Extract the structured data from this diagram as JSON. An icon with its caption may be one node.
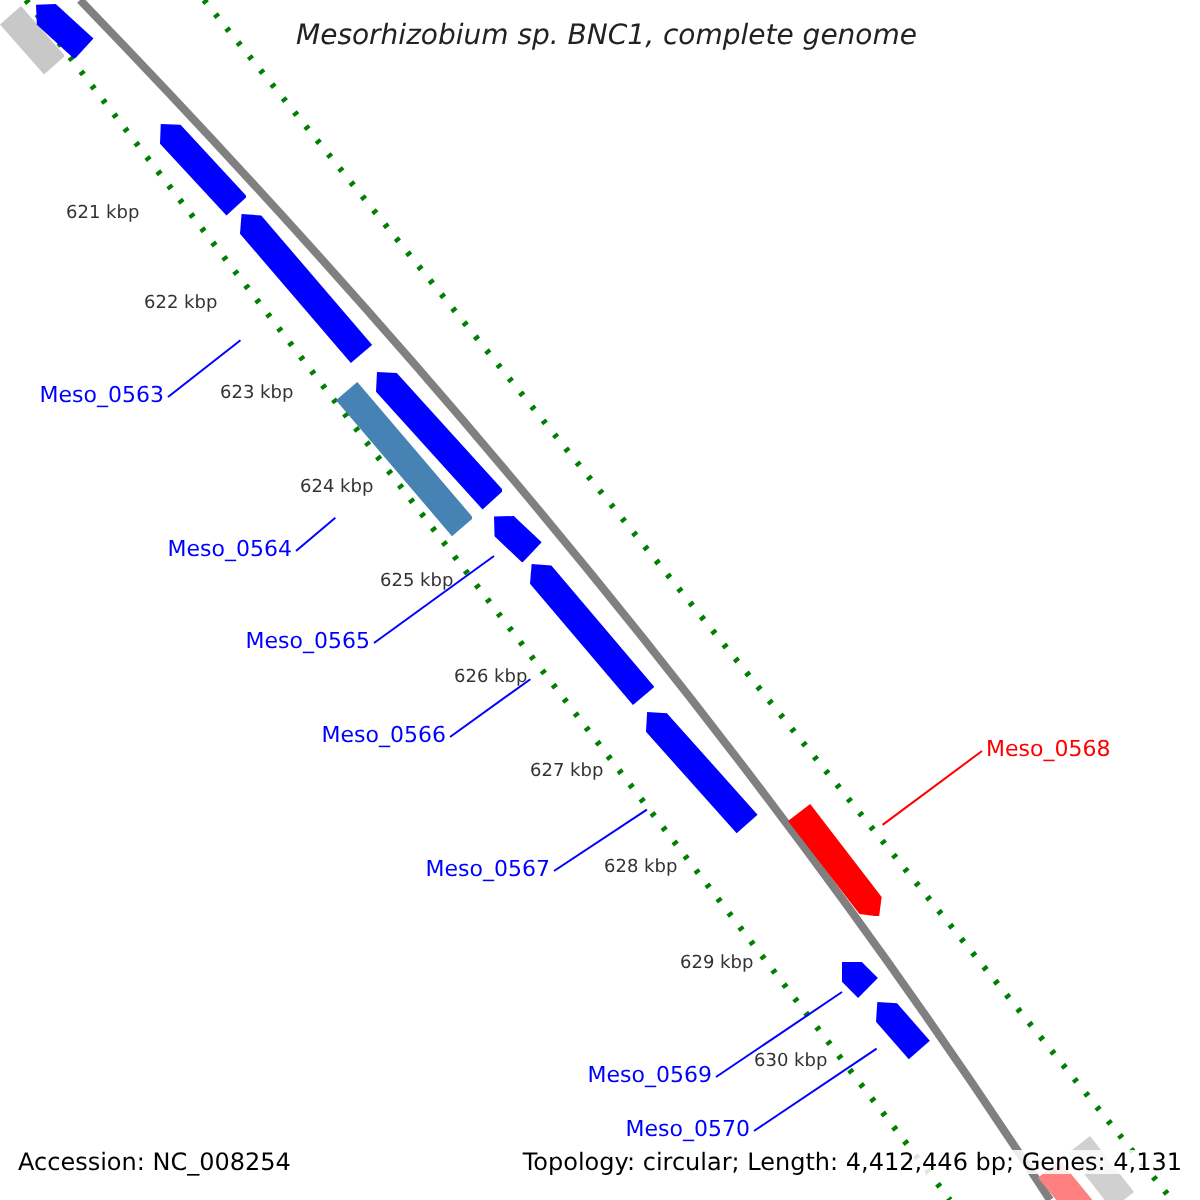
{
  "diagram": {
    "title": "Mesorhizobium sp. BNC1, complete genome",
    "nodes": [
      {
        "text": [],
        "shape": "bar"
      },
      {
        "text": [],
        "shape": "arrow"
      },
      {
        "text": [],
        "shape": "arrow"
      },
      {
        "text": [],
        "shape": "arrow"
      },
      {
        "text": [],
        "shape": "arrow"
      },
      {
        "text": [],
        "shape": "bar"
      },
      {
        "text": [],
        "shape": "arrow"
      },
      {
        "text": [],
        "shape": "arrow"
      },
      {
        "text": [],
        "shape": "arrow"
      },
      {
        "text": [],
        "shape": "arrow"
      },
      {
        "text": [],
        "shape": "arrow"
      },
      {
        "text": [],
        "shape": "arrow"
      },
      {
        "text": [],
        "shape": "bar"
      },
      {
        "text": [],
        "shape": "bar"
      },
      {
        "text": [
          "Meso_0563"
        ]
      },
      {
        "text": [
          "Meso_0564"
        ]
      },
      {
        "text": [
          "Meso_0565"
        ]
      },
      {
        "text": [
          "Meso_0566"
        ]
      },
      {
        "text": [
          "Meso_0567"
        ]
      },
      {
        "text": [
          "Meso_0568"
        ]
      },
      {
        "text": [
          "Meso_0569"
        ]
      },
      {
        "text": [
          "Meso_0570"
        ]
      }
    ],
    "edges": [
      {
        "from": 14,
        "to": 3,
        "arrow": "none"
      },
      {
        "from": 15,
        "to": 5,
        "arrow": "none"
      },
      {
        "from": 16,
        "to": 6,
        "arrow": "none"
      },
      {
        "from": 17,
        "to": 7,
        "arrow": "none"
      },
      {
        "from": 18,
        "to": 8,
        "arrow": "none"
      },
      {
        "from": 19,
        "to": 9,
        "arrow": "none",
        "color": "#ff0000"
      },
      {
        "from": 20,
        "to": 10,
        "arrow": "none"
      },
      {
        "from": 21,
        "to": 11,
        "arrow": "none"
      }
    ],
    "labels": [
      "621 kbp",
      "622 kbp",
      "623 kbp",
      "624 kbp",
      "625 kbp",
      "626 kbp",
      "627 kbp",
      "628 kbp",
      "629 kbp",
      "630 kbp",
      "Accession: NC_008254",
      "Topology: circular; Length: 4,412,446 bp; Genes: 4,131"
    ]
  }
}
